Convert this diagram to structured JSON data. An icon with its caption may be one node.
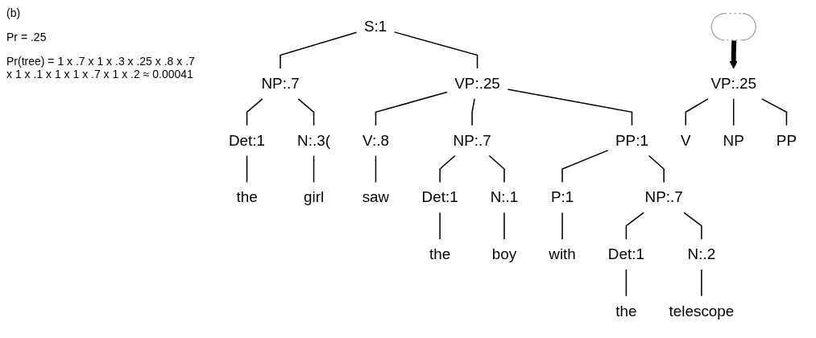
{
  "diagram": {
    "nodes": [
      {
        "text": [
          "S:1"
        ]
      },
      {
        "text": [
          "NP:.7"
        ]
      },
      {
        "text": [
          "VP:.25"
        ]
      },
      {
        "text": [
          "Det:1"
        ]
      },
      {
        "text": [
          "N:.3("
        ]
      },
      {
        "text": [
          "the"
        ]
      },
      {
        "text": [
          "girl"
        ]
      },
      {
        "text": [
          "V:.8"
        ]
      },
      {
        "text": [
          "NP:.7"
        ]
      },
      {
        "text": [
          "PP:1"
        ]
      },
      {
        "text": [
          "saw"
        ]
      },
      {
        "text": [
          "Det:1"
        ]
      },
      {
        "text": [
          "N:.1"
        ]
      },
      {
        "text": [
          "the"
        ]
      },
      {
        "text": [
          "boy"
        ]
      },
      {
        "text": [
          "P:1"
        ]
      },
      {
        "text": [
          "NP:.7"
        ]
      },
      {
        "text": [
          "with"
        ]
      },
      {
        "text": [
          "Det:1"
        ]
      },
      {
        "text": [
          "N:.2"
        ]
      },
      {
        "text": [
          "the"
        ]
      },
      {
        "text": [
          "telescope"
        ]
      },
      {
        "text": [],
        "shape": "ellipse"
      },
      {
        "text": [
          "VP:.25"
        ]
      },
      {
        "text": [
          "V"
        ]
      },
      {
        "text": [
          "NP"
        ]
      },
      {
        "text": [
          "PP"
        ]
      }
    ],
    "edges": [
      {
        "from": 0,
        "to": 1,
        "arrow": "none"
      },
      {
        "from": 0,
        "to": 2,
        "arrow": "none"
      },
      {
        "from": 1,
        "to": 3,
        "arrow": "none"
      },
      {
        "from": 1,
        "to": 4,
        "arrow": "none"
      },
      {
        "from": 3,
        "to": 5,
        "arrow": "none"
      },
      {
        "from": 4,
        "to": 6,
        "arrow": "none"
      },
      {
        "from": 2,
        "to": 7,
        "arrow": "none"
      },
      {
        "from": 2,
        "to": 8,
        "arrow": "none"
      },
      {
        "from": 2,
        "to": 9,
        "arrow": "none"
      },
      {
        "from": 7,
        "to": 10,
        "arrow": "none"
      },
      {
        "from": 8,
        "to": 11,
        "arrow": "none"
      },
      {
        "from": 8,
        "to": 12,
        "arrow": "none"
      },
      {
        "from": 11,
        "to": 13,
        "arrow": "none"
      },
      {
        "from": 12,
        "to": 14,
        "arrow": "none"
      },
      {
        "from": 9,
        "to": 15,
        "arrow": "none"
      },
      {
        "from": 9,
        "to": 16,
        "arrow": "none"
      },
      {
        "from": 15,
        "to": 17,
        "arrow": "none"
      },
      {
        "from": 16,
        "to": 18,
        "arrow": "none"
      },
      {
        "from": 16,
        "to": 19,
        "arrow": "none"
      },
      {
        "from": 18,
        "to": 20,
        "arrow": "none"
      },
      {
        "from": 19,
        "to": 21,
        "arrow": "none"
      },
      {
        "from": 22,
        "to": 23,
        "arrow": "to",
        "style": "thick"
      },
      {
        "from": 23,
        "to": 24,
        "arrow": "none"
      },
      {
        "from": 23,
        "to": 25,
        "arrow": "none"
      },
      {
        "from": 23,
        "to": 26,
        "arrow": "none"
      }
    ],
    "labels": [
      "(b)",
      "Pr = .25",
      "Pr(tree) = 1 x .7 x 1 x .3 x .25 x .8 x .7 x 1 x .1 x 1 x 1 x .7 x 1 x .2 ≈ 0.00041"
    ]
  }
}
